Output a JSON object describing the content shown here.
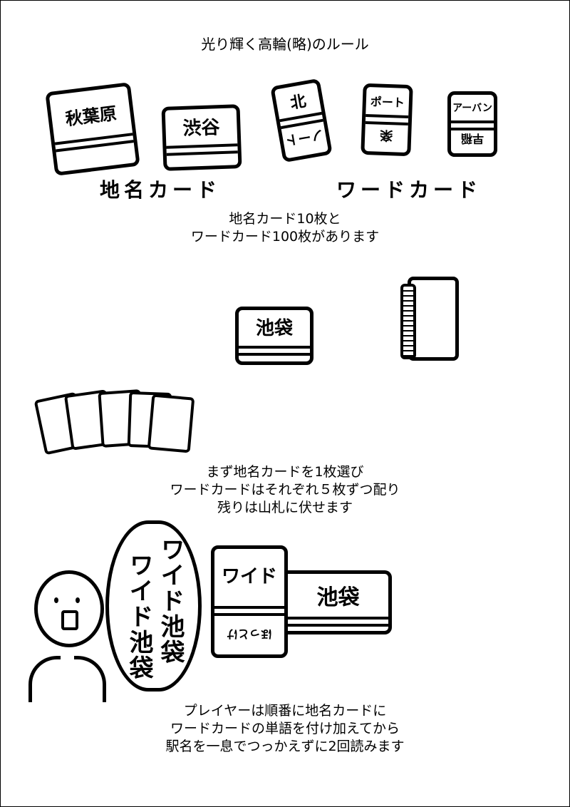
{
  "title": "光り輝く高輪(略)のルール",
  "section1": {
    "place_cards": [
      {
        "top": "秋葉原"
      },
      {
        "top": "渋谷"
      }
    ],
    "place_label": "地名カード",
    "word_cards": [
      {
        "top": "北",
        "bottom": "ノート"
      },
      {
        "top": "ポート",
        "bottom": "楽"
      },
      {
        "top": "アーバン",
        "bottom": "早稲"
      }
    ],
    "word_label": "ワードカード",
    "caption": [
      "地名カード10枚と",
      "ワードカード100枚があります"
    ]
  },
  "section2": {
    "place_card": "池袋",
    "caption": [
      "まず地名カードを1枚選び",
      "ワードカードはそれぞれ５枚ずつ配り",
      "残りは山札に伏せます"
    ]
  },
  "section3": {
    "speech": [
      "ワイド池袋",
      "ワイド池袋"
    ],
    "word_card": {
      "top": "ワイド",
      "bottom": "ほっとけ"
    },
    "place_card": "池袋",
    "caption": [
      "プレイヤーは順番に地名カードに",
      "ワードカードの単語を付け加えてから",
      "駅名を一息でつっかえずに2回読みます"
    ]
  }
}
